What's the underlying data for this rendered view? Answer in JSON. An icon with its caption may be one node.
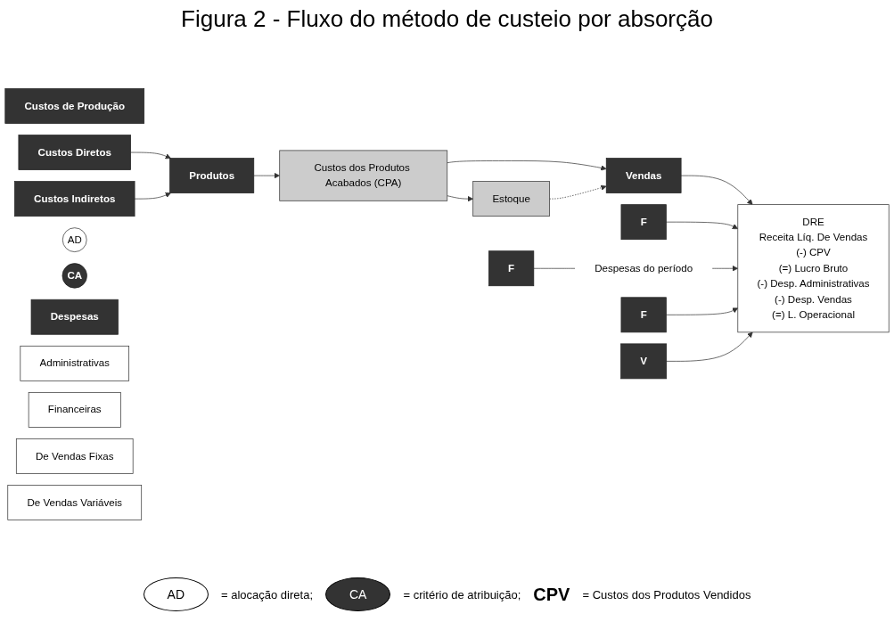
{
  "diagram": {
    "title": "Figura 2 - Fluxo do método de custeio por absorção",
    "nodes": [
      {
        "text": [
          "Custos de Produção"
        ]
      },
      {
        "text": [
          "Custos Diretos"
        ]
      },
      {
        "text": [
          "Custos Indiretos"
        ]
      },
      {
        "text": [
          "AD"
        ]
      },
      {
        "text": [
          "Produtos"
        ]
      },
      {
        "text": [
          "CA"
        ]
      },
      {
        "text": [
          "Custos dos Produtos Acabados (CPA)"
        ]
      },
      {
        "text": [
          "Estoque"
        ]
      },
      {
        "text": [
          "Vendas"
        ]
      },
      {
        "text": [
          "DRE",
          "Receita Líq. De Vendas",
          "(-) CPV",
          "(=) Lucro Bruto",
          "(-) Desp. Administrativas",
          "(-) Desp. Vendas",
          "(=) L. Operacional"
        ]
      },
      {
        "text": [
          "Despesas"
        ]
      },
      {
        "text": [
          "Administrativas"
        ]
      },
      {
        "text": [
          "Financeiras"
        ]
      },
      {
        "text": [
          "De Vendas Fixas"
        ]
      },
      {
        "text": [
          "De Vendas Variáveis"
        ]
      },
      {
        "text": [
          "F"
        ]
      },
      {
        "text": [
          "F"
        ]
      },
      {
        "text": [
          "F"
        ]
      },
      {
        "text": [
          "V"
        ]
      },
      {
        "text": [
          "Despesas do período"
        ]
      }
    ],
    "edges": [
      {
        "from": 1,
        "to": 4,
        "arrow": "to"
      },
      {
        "from": 2,
        "to": 4,
        "arrow": "to"
      },
      {
        "from": 4,
        "to": 6,
        "arrow": "to"
      },
      {
        "from": 6,
        "to": 7,
        "arrow": "to"
      },
      {
        "from": 6,
        "to": 8,
        "arrow": "to"
      },
      {
        "from": 7,
        "to": 8,
        "arrow": "to",
        "style": "dashed"
      },
      {
        "from": 8,
        "to": 9,
        "arrow": "to"
      },
      {
        "from": 15,
        "to": 9,
        "arrow": "to"
      },
      {
        "from": 16,
        "to": 19,
        "arrow": "none"
      },
      {
        "from": 19,
        "to": 9,
        "arrow": "to"
      },
      {
        "from": 17,
        "to": 9,
        "arrow": "to"
      },
      {
        "from": 18,
        "to": 9,
        "arrow": "to"
      }
    ],
    "labels": [
      "AD",
      "= alocação direta;",
      "CA",
      "= critério de atribuição;",
      "CPV",
      "= Custos dos Produtos Vendidos"
    ]
  }
}
